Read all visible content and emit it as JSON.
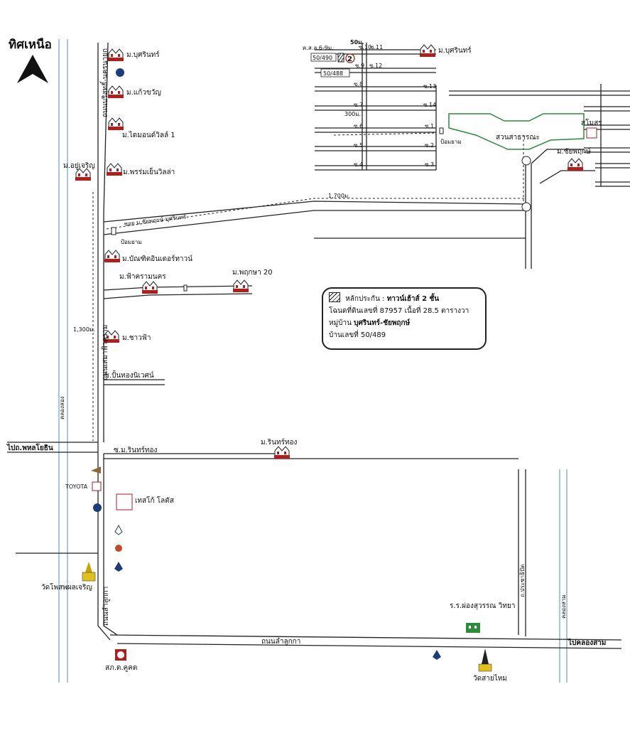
{
  "north": "ทิศเหนือ",
  "villages": {
    "busarin": "ม.บุศรินทร์",
    "kaewkwan": "ม.แก้วขวัญ",
    "diamond": "ม.ไดมอนด์วิลล์ 1",
    "phromyen": "ม.พรร่มเย็นวิลล่า",
    "yucharoen": "ม.อยู่เจริญ",
    "bundit": "ม.บัณฑิตอินเตอร์ทาวน์",
    "fahkram": "ม.ฟ้าครามนคร",
    "pruksa": "ม.พฤกษา 20",
    "saofah": "ม.ชาวฟ้า",
    "rinthong": "ม.รินทร์ทอง",
    "chaipruk": "ม.ชัยพฤกษ์"
  },
  "roads": {
    "left_vertical_top": "ถนนบริสุทธิ์-นครนายก",
    "left_vertical_mid": "ถนนเสมาฟ้าคราม",
    "left_vertical_bottom": "ถนนลำลูกกา",
    "soi_chaipruk": "ซอย ม.ชัยพฤกษ์-บุศรินทร์",
    "soi_banthong": "ซ.ปั้นทองนิเวศน์",
    "soi_rinthong": "ซ.ม.รินทร์ทอง",
    "phahon": "ไปถ.พหลโยธิน",
    "khlongsam_road": "ไปคลองสาม",
    "lamlukka_bottom": "ถนนลำลูกกา",
    "prachathipat": "ถ.ประชาธิปัต",
    "khlong_song": "คลองสอง",
    "khlong_sam": "คลองสาม",
    "kor_sor": "ค.ส.ล.6-9ม."
  },
  "streets": {
    "s1": "ซ.1",
    "s2": "ซ.2",
    "s3": "ซ.3",
    "s4": "ซ.4",
    "s5": "ซ.5",
    "s6": "ซ.6",
    "s7": "ซ.7",
    "s8": "ซ.8",
    "s9": "ซ.9",
    "s10": "ซ.10",
    "s11": "ซ.11",
    "s12": "ซ.12",
    "s13": "ซ.13",
    "s14": "ซ.14"
  },
  "distances": {
    "d50": "50ม.",
    "d300": "300ม.",
    "d1700": "1,700ม.",
    "d1300": "1,300ม."
  },
  "house_numbers": {
    "h490": "50/490",
    "h488": "50/488",
    "marker": "2"
  },
  "places": {
    "park": "สวนสาธารณะ",
    "club": "สโมสร",
    "guard1": "ป้อมยาม",
    "guard2": "ป้อมยาม",
    "toyota": "TOYOTA",
    "tesco": "เทสโก้ โลตัส",
    "wat_phosai": "วัดโพสพผลเจริญ",
    "school": "ร.ร.ผ่องสุวรรณ วิทยา",
    "police": "สภ.ต.คูคต",
    "wat_saimai": "วัดสายไหม"
  },
  "legend": {
    "line1_prefix": "หลักประกัน :",
    "line1_bold": "ทาวน์เฮ้าส์ 2 ชั้น",
    "line2": "โฉนดที่ดินเลขที่ 87957 เนื้อที่ 28.5 ตารางวา",
    "line3_prefix": "หมู่บ้าน",
    "line3_bold": "บุศรินทร์-ชัยพฤกษ์",
    "line4": "บ้านเลขที่ 50/489"
  },
  "colors": {
    "road": "#222222",
    "canal": "#4a90c8",
    "park": "#2e8b3a",
    "house": "#b01e1e",
    "landmark": "#c9a400"
  }
}
